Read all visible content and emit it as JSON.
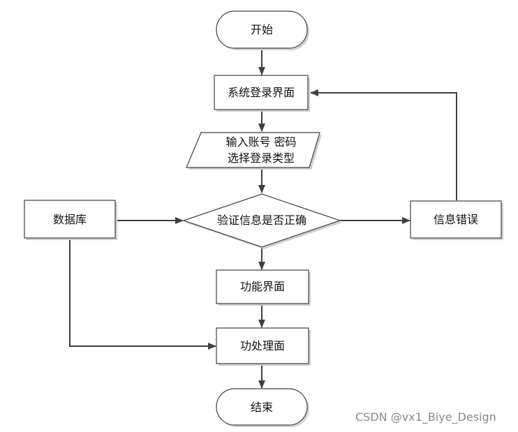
{
  "diagram": {
    "nodes": {
      "start": "开始",
      "login_ui": "系统登录界面",
      "input_line1": "输入账号 密码",
      "input_line2": "选择登录类型",
      "verify": "验证信息是否正确",
      "database": "数据库",
      "error": "信息错误",
      "function_ui": "功能界面",
      "process": "功处理面",
      "end": "结束"
    }
  },
  "watermark": "CSDN @vx1_Biye_Design",
  "colors": {
    "stroke": "#404040",
    "shadow": "#d0d0d0",
    "watermark": "#8a8a8a"
  }
}
